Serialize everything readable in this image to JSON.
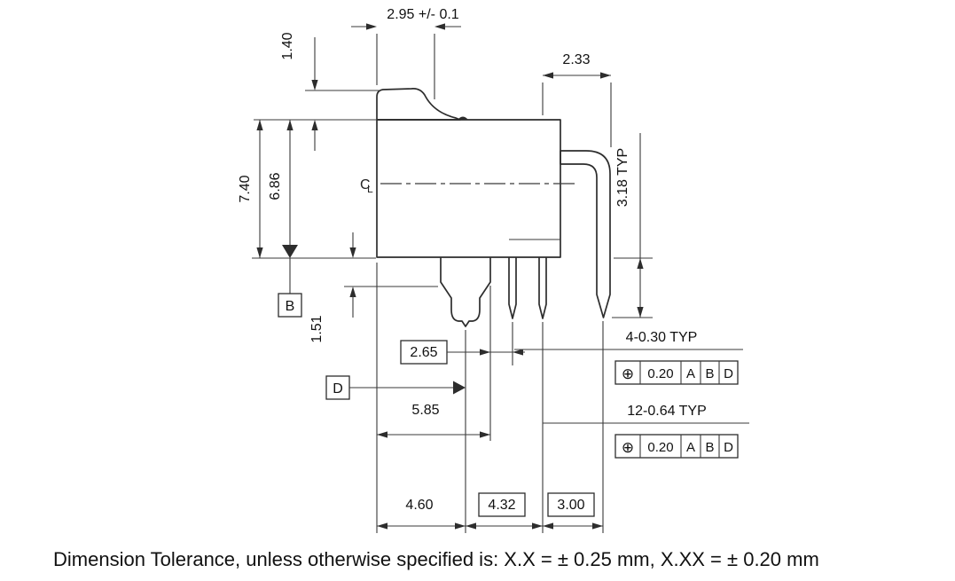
{
  "drawing": {
    "dimensions": {
      "top_width": "2.95 +/- 0.1",
      "boss_height": "1.40",
      "lead_bend_width": "2.33",
      "overall_height": "7.40",
      "body_height": "6.86",
      "lead_length": "3.18 TYP",
      "standoff_height": "1.51",
      "peg_offset": "2.65",
      "peg_position": "5.85",
      "pitch_left": "4.60",
      "pitch_mid": "4.32",
      "pitch_right": "3.00"
    },
    "notes": {
      "pin_note_small": "4-0.30 TYP",
      "pin_note_large": "12-0.64 TYP"
    },
    "datums": {
      "b": "B",
      "d": "D"
    },
    "centerline": {
      "c": "C",
      "l": "L"
    },
    "fcf_small": {
      "symbol": "⊕",
      "tolerance": "0.20",
      "datum_1": "A",
      "datum_2": "B",
      "datum_3": "D"
    },
    "fcf_large": {
      "symbol": "⊕",
      "tolerance": "0.20",
      "datum_1": "A",
      "datum_2": "B",
      "datum_3": "D"
    },
    "tolerance_note": "Dimension Tolerance, unless otherwise specified is:  X.X = ± 0.25 mm, X.XX = ± 0.20 mm",
    "colors": {
      "line": "#2d2d2d",
      "text": "#111111",
      "background": "#ffffff"
    }
  }
}
